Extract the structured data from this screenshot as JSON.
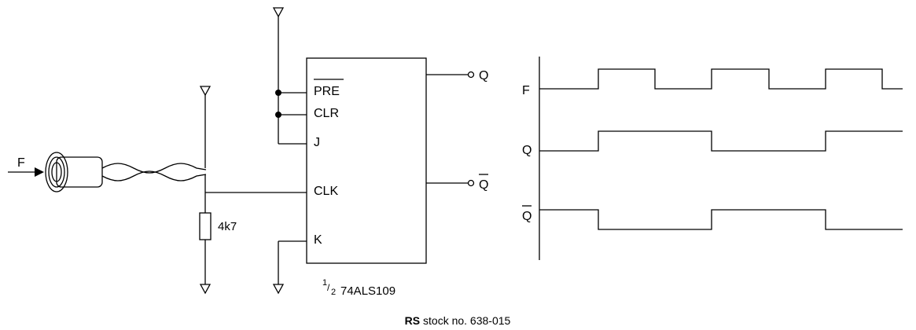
{
  "input_label": "F",
  "resistor_label": "4k7",
  "ic": {
    "pins": {
      "pre": "PRE",
      "clr": "CLR",
      "j": "J",
      "clk": "CLK",
      "k": "K"
    },
    "outputs": {
      "q": "Q",
      "q_bar": "Q"
    },
    "part_fraction_num": "1",
    "part_fraction_den": "2",
    "part_name": "74ALS109"
  },
  "waveforms": {
    "labels": [
      "F",
      "Q",
      "Q"
    ],
    "F": [
      0,
      1,
      0,
      1,
      0,
      1,
      0
    ],
    "Q": [
      0,
      1,
      1,
      0,
      0,
      1,
      1
    ],
    "Q_bar": [
      1,
      0,
      0,
      1,
      1,
      0,
      0
    ]
  },
  "footer": {
    "brand": "RS",
    "text": " stock no. 638-015"
  }
}
